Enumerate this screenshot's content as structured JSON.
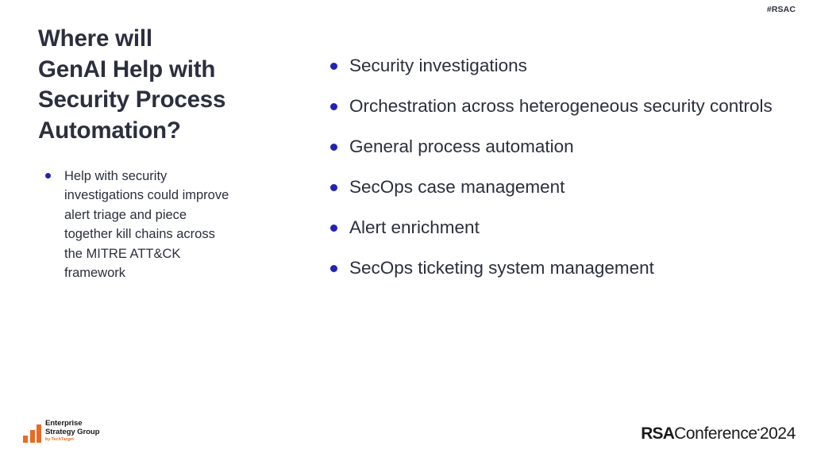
{
  "slide": {
    "hashtag": "#RSAC",
    "title_lines": [
      "Where will",
      "GenAI Help with",
      "Security Process",
      "Automation?"
    ],
    "title_full": "Where will GenAI Help with Security Process Automation?",
    "left_bullets": [
      "Help with security investigations could improve alert triage and piece together kill chains across the MITRE ATT&CK framework"
    ],
    "right_bullets": [
      "Security investigations",
      "Orchestration across heterogeneous security controls",
      "General process automation",
      "SecOps case management",
      "Alert enrichment",
      "SecOps ticketing system management"
    ]
  },
  "footer": {
    "esg_logo": {
      "line1": "Enterprise",
      "line2": "Strategy Group",
      "line3": "by TechTarget"
    },
    "rsa_logo": {
      "rsa": "RSA",
      "conference": "Conference",
      "trademark": "•",
      "year": "2024"
    }
  },
  "colors": {
    "background": "#ffffff",
    "text": "#2b2f3e",
    "bullet": "#2222b8",
    "esg_orange": "#ea6924",
    "logo_black": "#1a1a1a"
  }
}
